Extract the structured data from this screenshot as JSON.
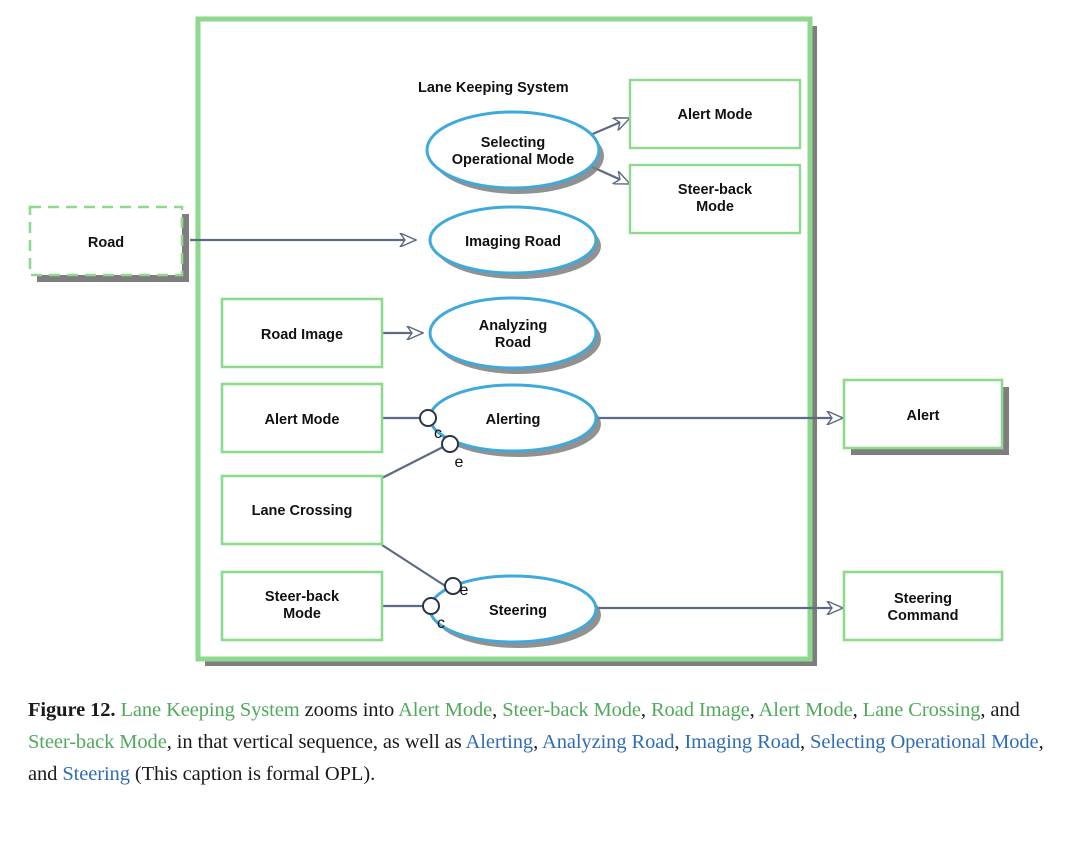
{
  "figure": {
    "system_label": "Lane Keeping System",
    "colors": {
      "frame_green": "#8ed98e",
      "box_green": "#8ed98e",
      "process_blue": "#3fa9dc",
      "shadow_gray": "#7e7e7e",
      "line_gray": "#5c6a82",
      "caption_green": "#52a85c",
      "caption_blue": "#2f6db5",
      "text_black": "#111111"
    },
    "external_objects": [
      {
        "name": "Road",
        "label": "Road",
        "style": "dashed-shadowed"
      }
    ],
    "internal_objects": [
      {
        "name": "road-image",
        "label": "Road Image"
      },
      {
        "name": "alert-mode-left",
        "label": "Alert Mode"
      },
      {
        "name": "lane-crossing",
        "label": "Lane Crossing"
      },
      {
        "name": "steer-back-mode-left",
        "label": "Steer-back\nMode"
      },
      {
        "name": "alert-mode-right",
        "label": "Alert Mode"
      },
      {
        "name": "steer-back-mode-right",
        "label": "Steer-back\nMode"
      }
    ],
    "result_objects": [
      {
        "name": "alert",
        "label": "Alert",
        "style": "shadowed"
      },
      {
        "name": "steering-command",
        "label": "Steering\nCommand",
        "style": "plain"
      }
    ],
    "processes": [
      {
        "name": "selecting-operational-mode",
        "label": "Selecting\nOperational Mode"
      },
      {
        "name": "imaging-road",
        "label": "Imaging Road"
      },
      {
        "name": "analyzing-road",
        "label": "Analyzing\nRoad"
      },
      {
        "name": "alerting",
        "label": "Alerting"
      },
      {
        "name": "steering",
        "label": "Steering"
      }
    ],
    "box_labels": {
      "alert_mode_right_line1": "Alert Mode",
      "steer_back_mode_right_line1": "Steer-back",
      "steer_back_mode_right_line2": "Mode",
      "road": "Road",
      "road_image": "Road Image",
      "alert_mode_left": "Alert Mode",
      "lane_crossing": "Lane Crossing",
      "steer_back_mode_left_line1": "Steer-back",
      "steer_back_mode_left_line2": "Mode",
      "alert": "Alert",
      "steering_command_line1": "Steering",
      "steering_command_line2": "Command"
    },
    "process_labels": {
      "selecting_line1": "Selecting",
      "selecting_line2": "Operational Mode",
      "imaging_road": "Imaging Road",
      "analyzing_line1": "Analyzing",
      "analyzing_line2": "Road",
      "alerting": "Alerting",
      "steering": "Steering"
    },
    "link_labels": {
      "alerting_condition": "c",
      "alerting_event": "e",
      "steering_event": "e",
      "steering_condition": "c"
    }
  },
  "caption": {
    "figure_number": "Figure 12.",
    "t1": "Lane Keeping System",
    "t2": " zooms into ",
    "t3": "Alert Mode",
    "t4": ", ",
    "t5": "Steer-back Mode",
    "t6": ", ",
    "t7": "Road Image",
    "t8": ", ",
    "t9": "Alert Mode",
    "t10": ", ",
    "t11": "Lane Crossing",
    "t12": ", and ",
    "t13": "Steer-back Mode",
    "t14": ", in that vertical sequence, as well as ",
    "t15": "Alerting",
    "t16": ", ",
    "t17": "Analyzing Road",
    "t18": ", ",
    "t19": "Imaging Road",
    "t20": ", ",
    "t21": "Selecting Operational Mode",
    "t22": ", and ",
    "t23": "Steering",
    "t24": " (This caption is formal OPL)."
  }
}
